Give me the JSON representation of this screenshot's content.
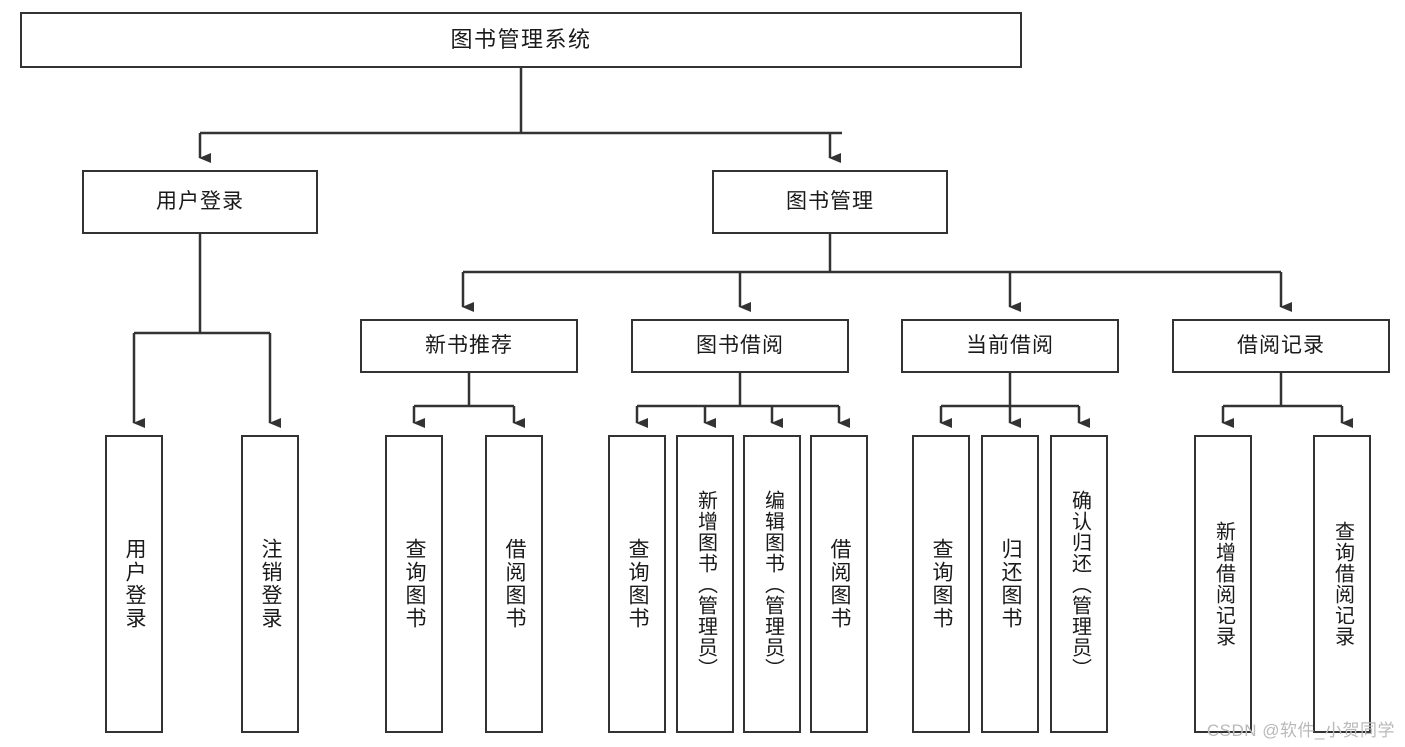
{
  "diagram": {
    "title": "图书管理系统",
    "type": "tree-hierarchy",
    "root": {
      "id": "root",
      "label": "图书管理系统"
    },
    "level2": [
      {
        "id": "user-login",
        "label": "用户登录"
      },
      {
        "id": "book-management",
        "label": "图书管理"
      }
    ],
    "level3": [
      {
        "id": "new-book-recommend",
        "label": "新书推荐",
        "parent": "book-management"
      },
      {
        "id": "book-borrow",
        "label": "图书借阅",
        "parent": "book-management"
      },
      {
        "id": "current-borrow",
        "label": "当前借阅",
        "parent": "book-management"
      },
      {
        "id": "borrow-record",
        "label": "借阅记录",
        "parent": "book-management"
      }
    ],
    "leaves": {
      "user_login": [
        {
          "id": "leaf-user-login",
          "label": "用户登录"
        },
        {
          "id": "leaf-logout",
          "label": "注销登录"
        }
      ],
      "new_book_recommend": [
        {
          "id": "leaf-query-book-1",
          "label": "查询图书"
        },
        {
          "id": "leaf-borrow-book-1",
          "label": "借阅图书"
        }
      ],
      "book_borrow": [
        {
          "id": "leaf-query-book-2",
          "label": "查询图书"
        },
        {
          "id": "leaf-add-book",
          "label": "新增图书（管理员）"
        },
        {
          "id": "leaf-edit-book",
          "label": "编辑图书（管理员）"
        },
        {
          "id": "leaf-borrow-book-2",
          "label": "借阅图书"
        }
      ],
      "current_borrow": [
        {
          "id": "leaf-query-book-3",
          "label": "查询图书"
        },
        {
          "id": "leaf-return-book",
          "label": "归还图书"
        },
        {
          "id": "leaf-confirm-return",
          "label": "确认归还（管理员）"
        }
      ],
      "borrow_record": [
        {
          "id": "leaf-add-record",
          "label": "新增借阅记录"
        },
        {
          "id": "leaf-query-record",
          "label": "查询借阅记录"
        }
      ]
    },
    "colors": {
      "stroke": "#333333",
      "fill": "#ffffff",
      "text": "#1a1a1a",
      "watermark": "#b9b9b9"
    }
  },
  "watermark": {
    "text": "CSDN @软件_小贺同学"
  }
}
